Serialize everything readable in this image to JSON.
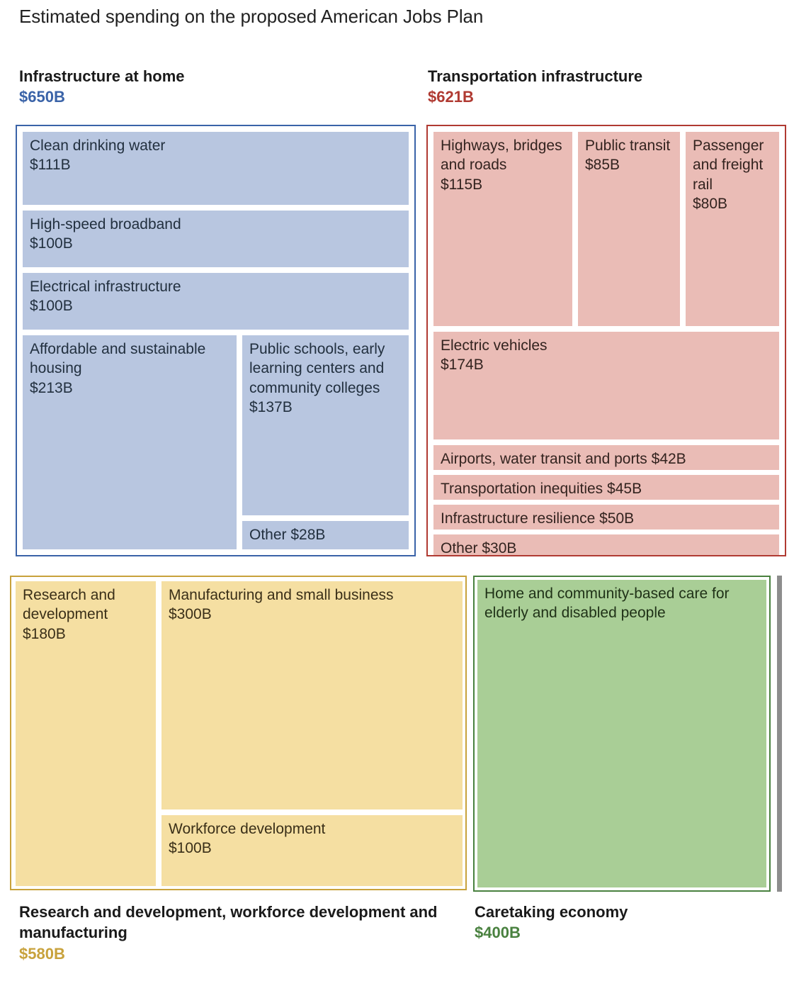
{
  "title": "Estimated spending on the proposed American Jobs Plan",
  "colors": {
    "blue_accent": "#3a63a8",
    "blue_fill": "#b8c6e0",
    "red_accent": "#b03a32",
    "red_fill": "#eabcb6",
    "yellow_accent": "#c8a23c",
    "yellow_fill": "#f5dfa2",
    "green_accent": "#49813f",
    "green_fill": "#a9ce96",
    "edge_strip": "#8d8d8d"
  },
  "sections": {
    "infrastructure_home": {
      "name": "Infrastructure at home",
      "total": "$650B",
      "items": [
        {
          "label": "Clean drinking water",
          "amount": "$111B"
        },
        {
          "label": "High-speed broadband",
          "amount": "$100B"
        },
        {
          "label": "Electrical infrastructure",
          "amount": "$100B"
        },
        {
          "label": "Affordable and sustainable housing",
          "amount": "$213B"
        },
        {
          "label": "Public schools, early learning centers and community colleges",
          "amount": "$137B"
        },
        {
          "label": "Other",
          "amount": "$28B"
        }
      ]
    },
    "transportation": {
      "name": "Transportation infrastructure",
      "total": "$621B",
      "items": [
        {
          "label": "Highways, bridges and roads",
          "amount": "$115B"
        },
        {
          "label": "Public transit",
          "amount": "$85B"
        },
        {
          "label": "Passenger and freight rail",
          "amount": "$80B"
        },
        {
          "label": "Electric vehicles",
          "amount": "$174B"
        },
        {
          "label": "Airports, water transit and ports",
          "amount": "$42B"
        },
        {
          "label": "Transportation inequities",
          "amount": "$45B"
        },
        {
          "label": "Infrastructure resilience",
          "amount": "$50B"
        },
        {
          "label": "Other",
          "amount": "$30B"
        }
      ]
    },
    "rnd_workforce_manufacturing": {
      "name": "Research and development, workforce development and manufacturing",
      "total": "$580B",
      "items": [
        {
          "label": "Research and development",
          "amount": "$180B"
        },
        {
          "label": "Manufacturing and small business",
          "amount": "$300B"
        },
        {
          "label": "Workforce development",
          "amount": "$100B"
        }
      ]
    },
    "caretaking": {
      "name": "Caretaking economy",
      "total": "$400B",
      "items": [
        {
          "label": "Home and community-based care for elderly and disabled people",
          "amount": ""
        }
      ]
    }
  },
  "chart_data": {
    "type": "treemap",
    "title": "Estimated spending on the proposed American Jobs Plan",
    "xlabel": "",
    "ylabel": "",
    "units": "billions of US dollars",
    "groups": [
      {
        "name": "Infrastructure at home",
        "total": 650,
        "color": "#b8c6e0",
        "children": [
          {
            "name": "Affordable and sustainable housing",
            "value": 213
          },
          {
            "name": "Public schools, early learning centers and community colleges",
            "value": 137
          },
          {
            "name": "Clean drinking water",
            "value": 111
          },
          {
            "name": "High-speed broadband",
            "value": 100
          },
          {
            "name": "Electrical infrastructure",
            "value": 100
          },
          {
            "name": "Other",
            "value": 28
          }
        ]
      },
      {
        "name": "Transportation infrastructure",
        "total": 621,
        "color": "#eabcb6",
        "children": [
          {
            "name": "Electric vehicles",
            "value": 174
          },
          {
            "name": "Highways, bridges and roads",
            "value": 115
          },
          {
            "name": "Public transit",
            "value": 85
          },
          {
            "name": "Passenger and freight rail",
            "value": 80
          },
          {
            "name": "Infrastructure resilience",
            "value": 50
          },
          {
            "name": "Transportation inequities",
            "value": 45
          },
          {
            "name": "Airports, water transit and ports",
            "value": 42
          },
          {
            "name": "Other",
            "value": 30
          }
        ]
      },
      {
        "name": "Research and development, workforce development and manufacturing",
        "total": 580,
        "color": "#f5dfa2",
        "children": [
          {
            "name": "Manufacturing and small business",
            "value": 300
          },
          {
            "name": "Research and development",
            "value": 180
          },
          {
            "name": "Workforce development",
            "value": 100
          }
        ]
      },
      {
        "name": "Caretaking economy",
        "total": 400,
        "color": "#a9ce96",
        "children": [
          {
            "name": "Home and community-based care for elderly and disabled people",
            "value": 400
          }
        ]
      }
    ],
    "legend": "none",
    "grid": false
  }
}
